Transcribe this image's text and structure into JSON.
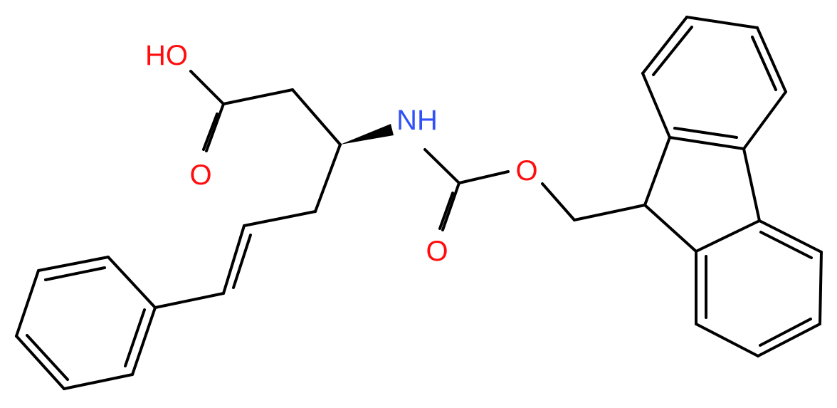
{
  "diagram": {
    "type": "skeletal-structural-formula",
    "atom_labels": {
      "hydroxyl": "HO",
      "acid_carbonyl_oxygen": "O",
      "amide_nitrogen": "NH",
      "ester_oxygen": "O",
      "carbamate_carbonyl_oxygen": "O"
    },
    "colors": {
      "bond": "#000000",
      "oxygen": "#ff0d0d",
      "nitrogen": "#3050f8",
      "background": "#ffffff"
    }
  }
}
